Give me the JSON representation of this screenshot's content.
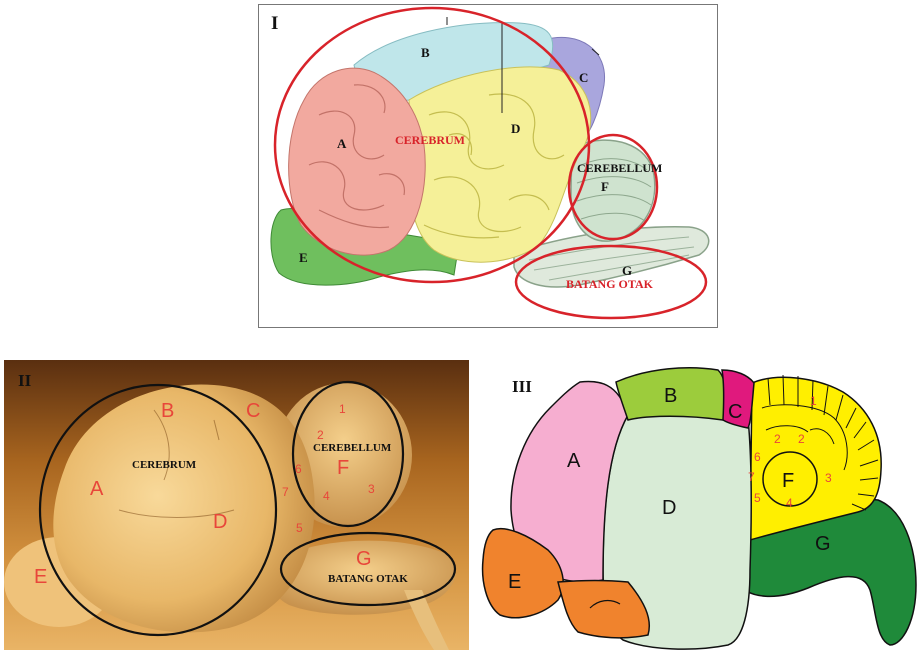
{
  "panel1": {
    "numeral": "I",
    "labels": {
      "A": "A",
      "B": "B",
      "C": "C",
      "D": "D",
      "E": "E",
      "F": "F",
      "G": "G"
    },
    "regions": {
      "cerebrum": "CEREBRUM",
      "cerebellum": "CEREBELLUM",
      "brainstem": "BATANG OTAK"
    },
    "colors": {
      "frontal": "#f2a99f",
      "parietal": "#bfe6ea",
      "occipital": "#a9a6dd",
      "temporal": "#f5f098",
      "olfactory": "#6fbf5e",
      "cerebellum": "#cfe3cf",
      "circle": "#d8232a"
    }
  },
  "panel2": {
    "numeral": "II",
    "labels": {
      "A": "A",
      "B": "B",
      "C": "C",
      "D": "D",
      "E": "E",
      "F": "F",
      "G": "G"
    },
    "numbers": [
      "1",
      "2",
      "3",
      "4",
      "5",
      "6",
      "7"
    ],
    "regions": {
      "cerebrum": "CEREBRUM",
      "cerebellum": "CEREBELLUM",
      "brainstem": "BATANG OTAK"
    },
    "colors": {
      "label": "#e8463a",
      "circle": "#111111"
    }
  },
  "panel3": {
    "numeral": "III",
    "labels": {
      "A": "A",
      "B": "B",
      "C": "C",
      "D": "D",
      "E": "E",
      "F": "F",
      "G": "G"
    },
    "numbers": [
      "1",
      "2",
      "3",
      "4",
      "5",
      "6",
      "7"
    ],
    "colors": {
      "A": "#f6aed0",
      "B": "#9ccc3c",
      "C": "#e0197d",
      "D": "#d8ebd6",
      "E": "#f0832d",
      "F": "#ffef00",
      "G": "#1f8a3a",
      "number": "#e8463a"
    }
  }
}
